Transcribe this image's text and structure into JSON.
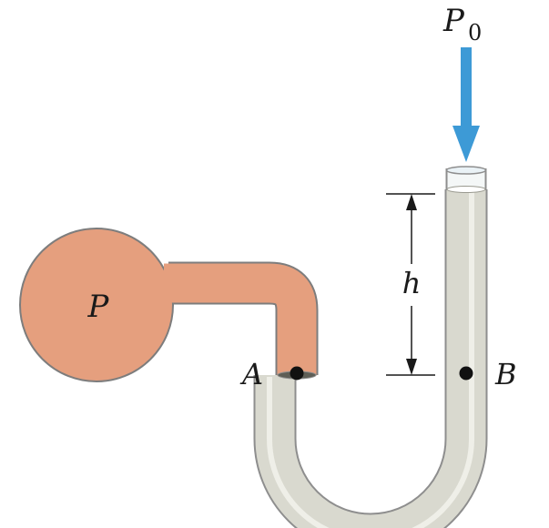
{
  "labels": {
    "pressure_source": "P",
    "atmospheric_pressure": "P",
    "atmospheric_subscript": "0",
    "height": "h",
    "point_a": "A",
    "point_b": "B"
  },
  "colors": {
    "gas": "#e59f7e",
    "liquid": "#d9d9cf",
    "tube_outline": "#8e8e8e",
    "arrow": "#3d9ad6",
    "marker": "#111111"
  }
}
